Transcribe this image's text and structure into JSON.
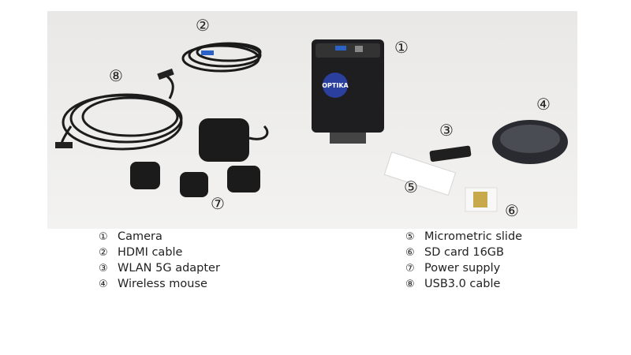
{
  "photo": {
    "brand_logo": "OPTIKA",
    "callouts": [
      "①",
      "②",
      "③",
      "④",
      "⑤",
      "⑥",
      "⑦",
      "⑧"
    ]
  },
  "legend": {
    "left": [
      {
        "num": "①",
        "label": "Camera"
      },
      {
        "num": "②",
        "label": "HDMI cable"
      },
      {
        "num": "③",
        "label": "WLAN 5G adapter"
      },
      {
        "num": "④",
        "label": "Wireless mouse"
      }
    ],
    "right": [
      {
        "num": "⑤",
        "label": "Micrometric slide"
      },
      {
        "num": "⑥",
        "label": "SD card 16GB"
      },
      {
        "num": "⑦",
        "label": "Power supply"
      },
      {
        "num": "⑧",
        "label": "USB3.0 cable"
      }
    ]
  }
}
